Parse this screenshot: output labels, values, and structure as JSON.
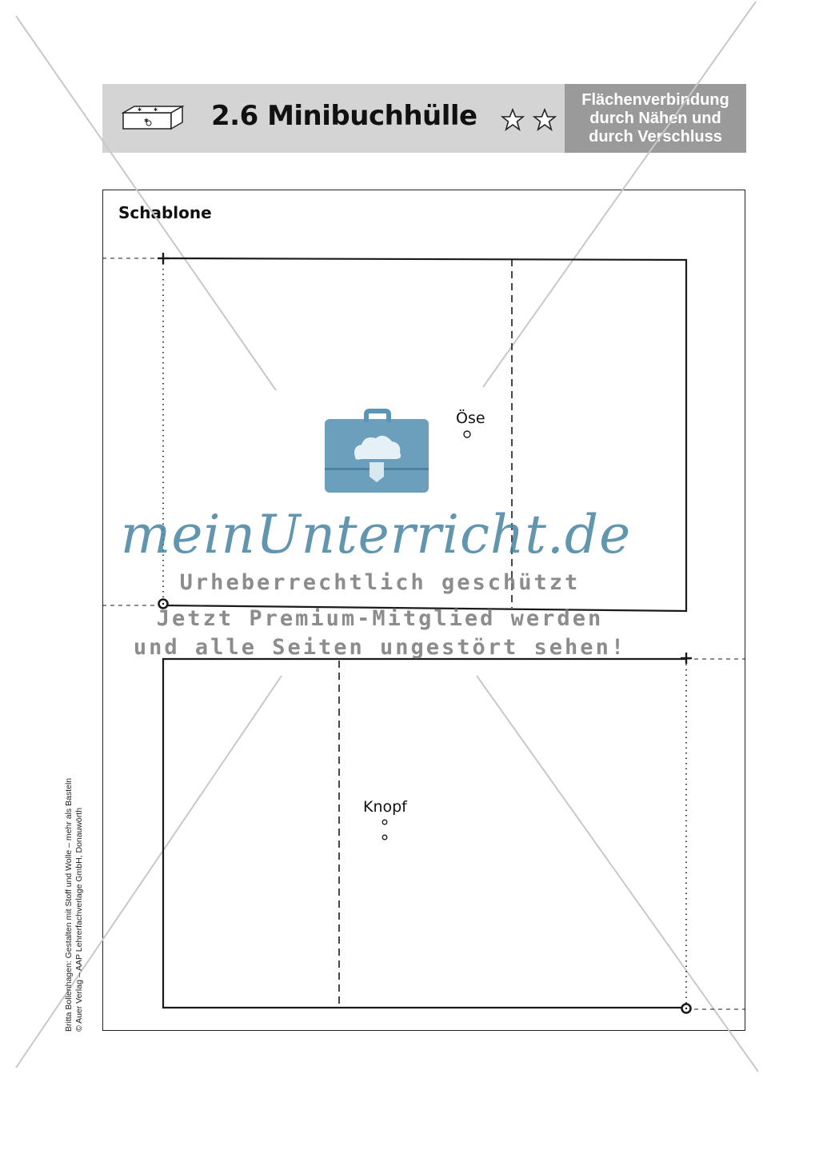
{
  "header": {
    "title": "2.6 Minibuchhülle",
    "icon": "box-icon",
    "difficulty_stars": 2,
    "topic_lines": [
      "Flächenverbindung",
      "durch Nähen und",
      "durch Verschluss"
    ]
  },
  "template": {
    "label": "Schablone",
    "top_piece": {
      "label": "Öse"
    },
    "bottom_piece": {
      "label": "Knopf"
    }
  },
  "credit": {
    "line1": "Britta Bollenhagen: Gestalten mit Stoff und Wolle – mehr als Basteln",
    "line2": "© Auer Verlag – AAP Lehrerfachverlage GmbH, Donauwörth"
  },
  "watermark": {
    "brand": "meinUnterricht.de",
    "line1": "Urheberrechtlich geschützt",
    "line2": "Jetzt Premium-Mitglied werden",
    "line3": "und alle Seiten ungestört sehen!",
    "color": "#5b95b5"
  }
}
